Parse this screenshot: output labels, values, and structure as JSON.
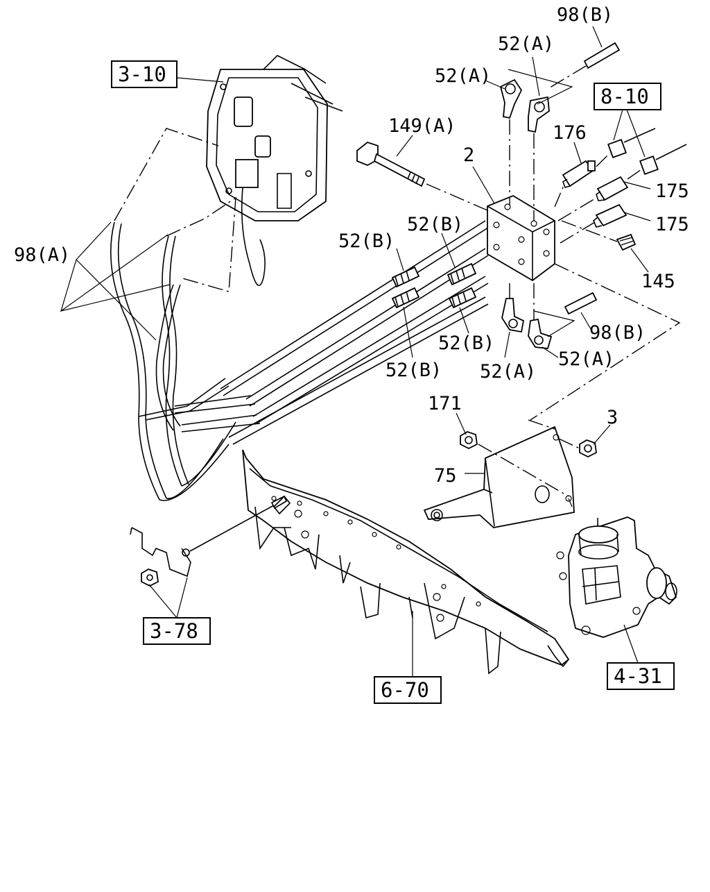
{
  "callouts": {
    "c_98b_top": "98(B)",
    "c_52a_top1": "52(A)",
    "c_52a_top2": "52(A)",
    "c_149a": "149(A)",
    "c_2": "2",
    "c_176": "176",
    "c_175_1": "175",
    "c_175_2": "175",
    "c_145": "145",
    "c_98a": "98(A)",
    "c_52b_1": "52(B)",
    "c_52b_2": "52(B)",
    "c_52b_3": "52(B)",
    "c_52b_4": "52(B)",
    "c_98b_mid": "98(B)",
    "c_52a_bot1": "52(A)",
    "c_52a_bot2": "52(A)",
    "c_171": "171",
    "c_3": "3",
    "c_75": "75"
  },
  "references": {
    "r_3_10": "3-10",
    "r_8_10": "8-10",
    "r_3_78": "3-78",
    "r_6_70": "6-70",
    "r_4_31": "4-31"
  }
}
